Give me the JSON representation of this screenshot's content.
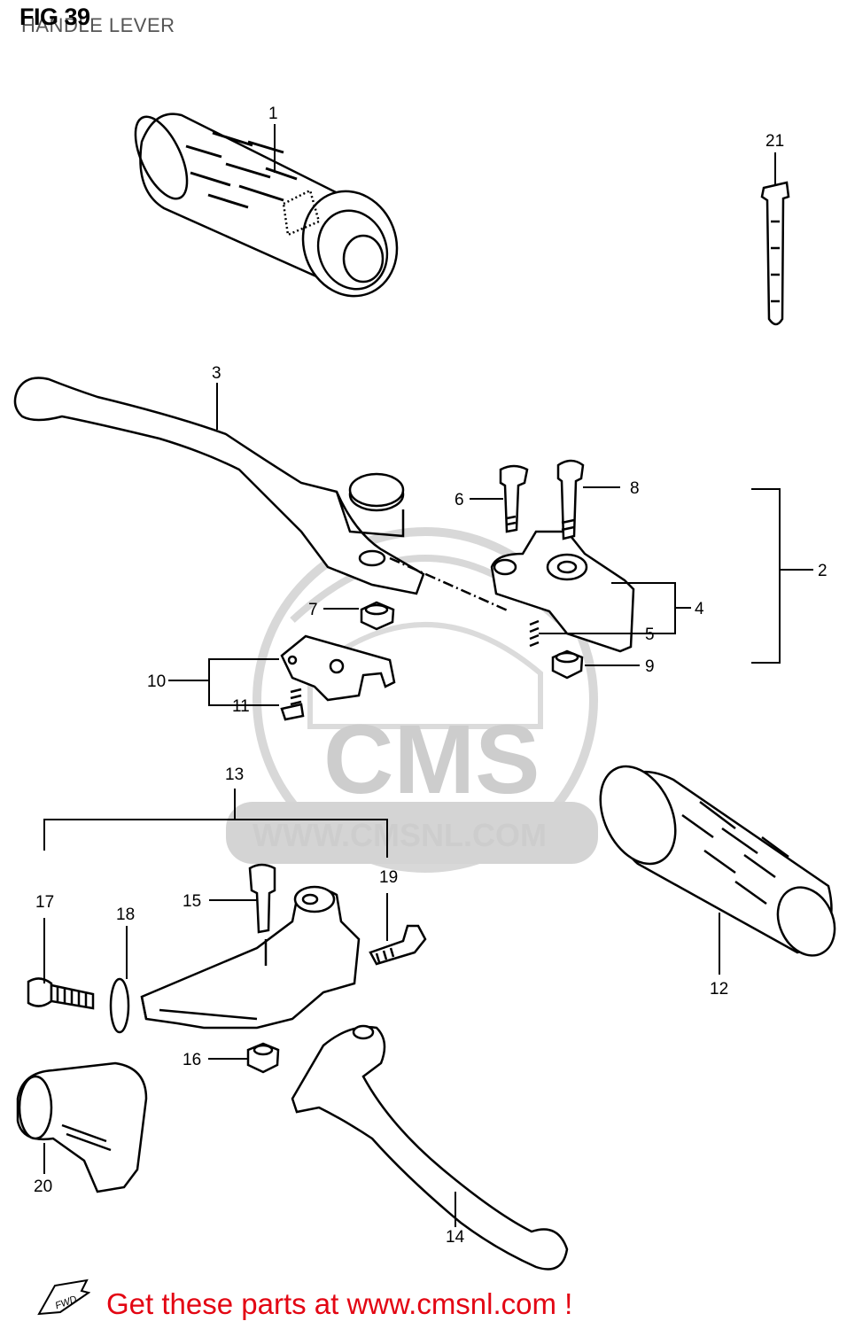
{
  "header": {
    "fig_label": "FIG 39",
    "subtitle": "HANDLE LEVER"
  },
  "watermark": {
    "logo_text": "CMS",
    "url_text": "WWW.CMSNL.COM"
  },
  "callouts": [
    "1",
    "2",
    "3",
    "4",
    "5",
    "6",
    "7",
    "8",
    "9",
    "10",
    "11",
    "12",
    "13",
    "14",
    "15",
    "16",
    "17",
    "18",
    "19",
    "20",
    "21"
  ],
  "footer": {
    "fwd_label": "FWD",
    "text": "Get these parts at www.cmsnl.com !",
    "color": "#e30613"
  }
}
